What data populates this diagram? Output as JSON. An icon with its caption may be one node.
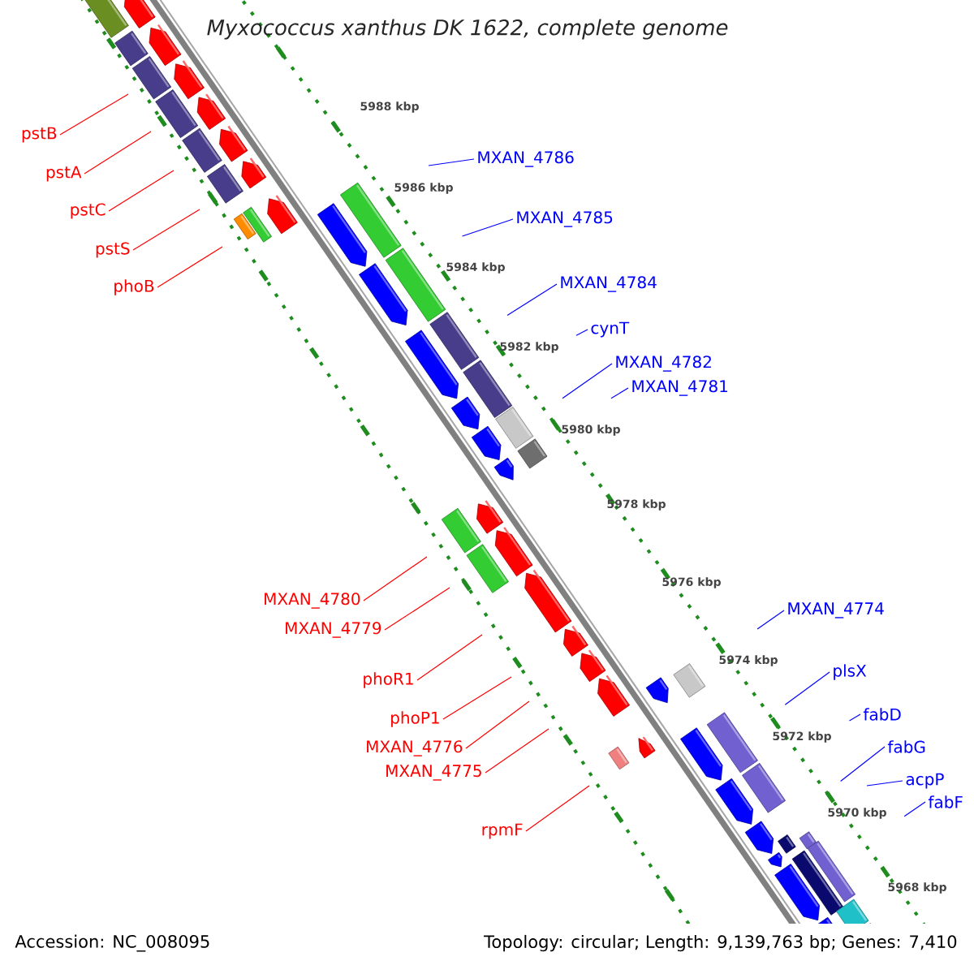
{
  "diagram": {
    "title": "Myxococcus xanthus DK 1622, complete genome",
    "nodes": [
      {
        "text": [
          "pstB"
        ]
      },
      {
        "text": [
          "pstA"
        ]
      },
      {
        "text": [
          "pstC"
        ]
      },
      {
        "text": [
          "pstS"
        ]
      },
      {
        "text": [
          "phoB"
        ]
      },
      {
        "text": [
          "MXAN_4786"
        ]
      },
      {
        "text": [
          "MXAN_4785"
        ]
      },
      {
        "text": [
          "MXAN_4784"
        ]
      },
      {
        "text": [
          "cynT"
        ]
      },
      {
        "text": [
          "MXAN_4782"
        ]
      },
      {
        "text": [
          "MXAN_4781"
        ]
      },
      {
        "text": [
          "MXAN_4780"
        ]
      },
      {
        "text": [
          "MXAN_4779"
        ]
      },
      {
        "text": [
          "phoR1"
        ]
      },
      {
        "text": [
          "phoP1"
        ]
      },
      {
        "text": [
          "MXAN_4776"
        ]
      },
      {
        "text": [
          "MXAN_4775"
        ]
      },
      {
        "text": [
          "rpmF"
        ]
      },
      {
        "text": [
          "MXAN_4774"
        ]
      },
      {
        "text": [
          "plsX"
        ]
      },
      {
        "text": [
          "fabD"
        ]
      },
      {
        "text": [
          "fabG"
        ]
      },
      {
        "text": [
          "acpP"
        ]
      },
      {
        "text": [
          "fabF"
        ]
      }
    ],
    "edges": [
      {
        "from": 0,
        "to": null,
        "arrow": "none",
        "color": "#ff0000"
      },
      {
        "from": 1,
        "to": null,
        "arrow": "none",
        "color": "#ff0000"
      },
      {
        "from": 2,
        "to": null,
        "arrow": "none",
        "color": "#ff0000"
      },
      {
        "from": 3,
        "to": null,
        "arrow": "none",
        "color": "#ff0000"
      },
      {
        "from": 4,
        "to": null,
        "arrow": "none",
        "color": "#ff0000"
      },
      {
        "from": 5,
        "to": null,
        "arrow": "none",
        "color": "#0000ff"
      },
      {
        "from": 6,
        "to": null,
        "arrow": "none",
        "color": "#0000ff"
      },
      {
        "from": 7,
        "to": null,
        "arrow": "none",
        "color": "#0000ff"
      },
      {
        "from": 8,
        "to": null,
        "arrow": "none",
        "color": "#0000ff"
      },
      {
        "from": 9,
        "to": null,
        "arrow": "none",
        "color": "#0000ff"
      },
      {
        "from": 10,
        "to": null,
        "arrow": "none",
        "color": "#0000ff"
      },
      {
        "from": 11,
        "to": null,
        "arrow": "none",
        "color": "#ff0000"
      },
      {
        "from": 12,
        "to": null,
        "arrow": "none",
        "color": "#ff0000"
      },
      {
        "from": 13,
        "to": null,
        "arrow": "none",
        "color": "#ff0000"
      },
      {
        "from": 14,
        "to": null,
        "arrow": "none",
        "color": "#ff0000"
      },
      {
        "from": 15,
        "to": null,
        "arrow": "none",
        "color": "#ff0000"
      },
      {
        "from": 16,
        "to": null,
        "arrow": "none",
        "color": "#ff0000"
      },
      {
        "from": 17,
        "to": null,
        "arrow": "none",
        "color": "#ff0000"
      },
      {
        "from": 18,
        "to": null,
        "arrow": "none",
        "color": "#0000ff"
      },
      {
        "from": 19,
        "to": null,
        "arrow": "none",
        "color": "#0000ff"
      },
      {
        "from": 20,
        "to": null,
        "arrow": "none",
        "color": "#0000ff"
      },
      {
        "from": 21,
        "to": null,
        "arrow": "none",
        "color": "#0000ff"
      },
      {
        "from": 22,
        "to": null,
        "arrow": "none",
        "color": "#0000ff"
      },
      {
        "from": 23,
        "to": null,
        "arrow": "none",
        "color": "#0000ff"
      }
    ],
    "labels": [
      "5988 kbp",
      "5986 kbp",
      "5984 kbp",
      "5982 kbp",
      "5980 kbp",
      "5978 kbp",
      "5976 kbp",
      "5974 kbp",
      "5972 kbp",
      "5970 kbp",
      "5968 kbp",
      "Accession: NC_008095",
      "Topology: circular; Length: 9,139,763 bp; Genes: 7,410"
    ]
  }
}
